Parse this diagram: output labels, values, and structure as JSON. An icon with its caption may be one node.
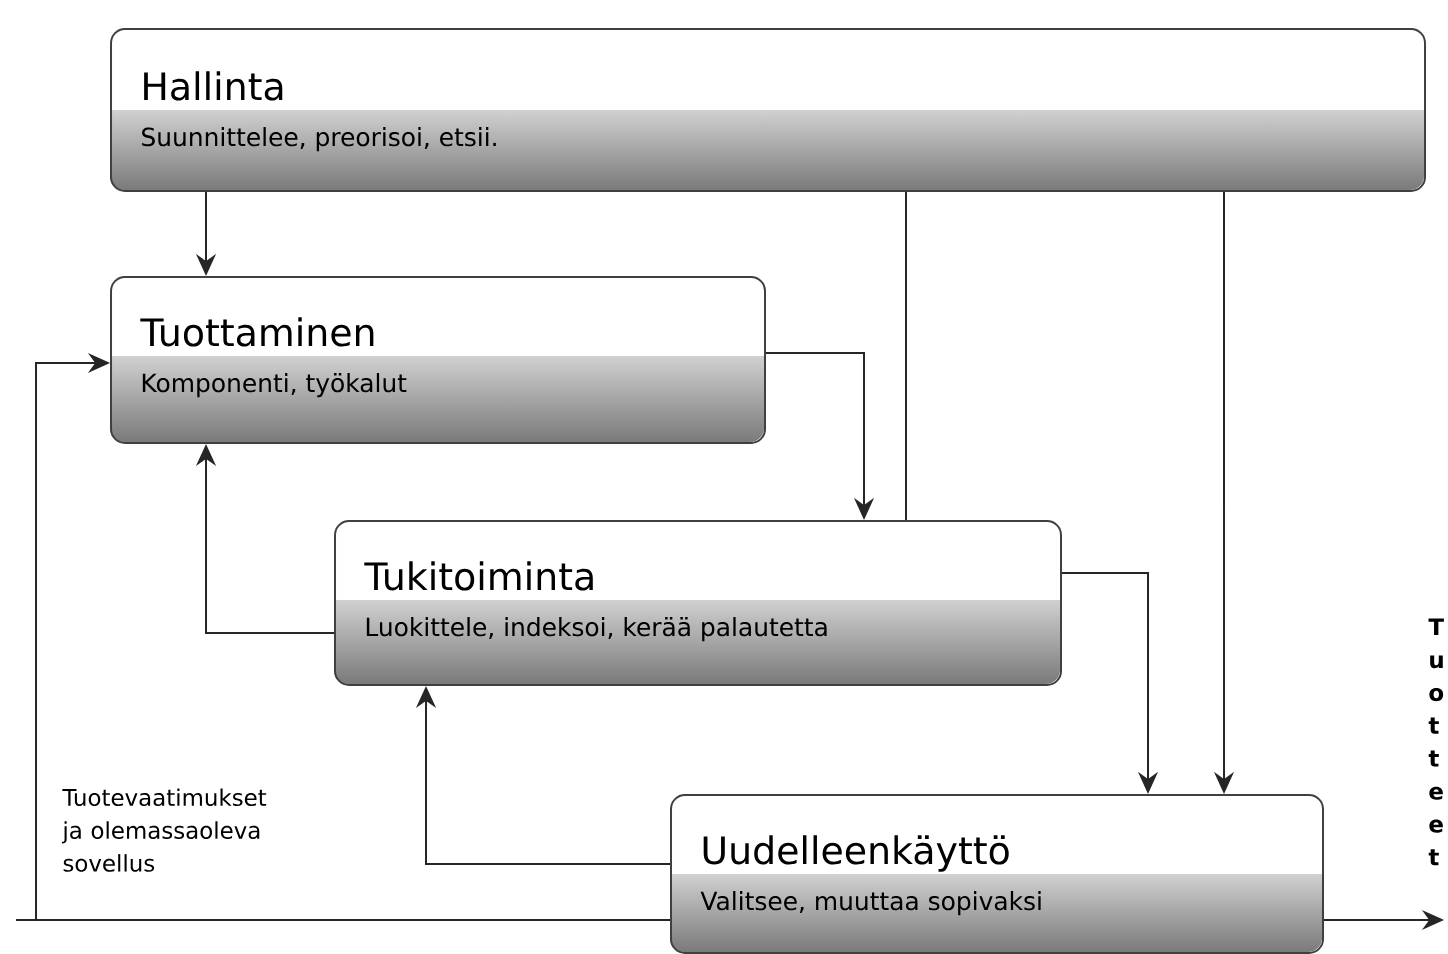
{
  "diagram": {
    "nodes": [
      {
        "text": [
          "Hallinta",
          "Suunnittelee, preorisoi, etsii."
        ]
      },
      {
        "text": [
          "Tuottaminen",
          "Komponenti, työkalut"
        ]
      },
      {
        "text": [
          "Tukitoiminta",
          "Luokittele, indeksoi, kerää palautetta"
        ]
      },
      {
        "text": [
          "Uudelleenkäyttö",
          "Valitsee, muuttaa sopivaksi"
        ]
      }
    ],
    "edges": [
      {
        "from": 0,
        "to": 1,
        "arrow": "to"
      },
      {
        "from": 0,
        "to": 2,
        "arrow": "none"
      },
      {
        "from": 0,
        "to": 3,
        "arrow": "to"
      },
      {
        "from": 1,
        "to": 2,
        "arrow": "to"
      },
      {
        "from": 2,
        "to": 1,
        "arrow": "to"
      },
      {
        "from": 2,
        "to": 3,
        "arrow": "to"
      },
      {
        "from": 3,
        "to": 2,
        "arrow": "to"
      },
      {
        "from": null,
        "to": 1,
        "arrow": "to"
      },
      {
        "from": null,
        "to": 3,
        "arrow": "none"
      },
      {
        "from": 3,
        "to": null,
        "arrow": "to"
      }
    ],
    "labels": [
      "Tuotevaatimukset ja olemassaoleva sovellus",
      "T u o t t e e t"
    ]
  }
}
